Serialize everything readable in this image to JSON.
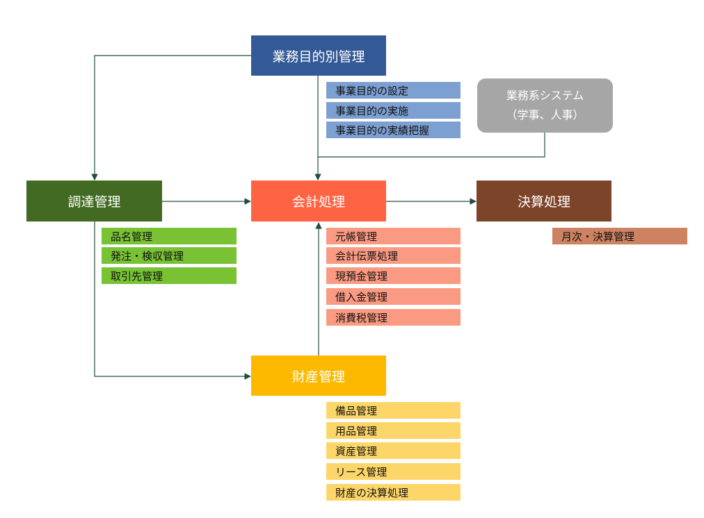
{
  "nodes": {
    "purpose": {
      "label": "業務目的別管理",
      "color": "#335a96",
      "items": [
        "事業目的の設定",
        "事業目的の実施",
        "事業目的の実績把握"
      ],
      "item_color": "#7da0d2"
    },
    "external": {
      "line1": "業務系システム",
      "line2": "（学事、人事）",
      "color": "#a6a6a6"
    },
    "procurement": {
      "label": "調達管理",
      "color": "#426a22",
      "items": [
        "品名管理",
        "発注・検収管理",
        "取引先管理"
      ],
      "item_color": "#78c234"
    },
    "accounting": {
      "label": "会計処理",
      "color": "#fe6444",
      "items": [
        "元帳管理",
        "会計伝票処理",
        "現預金管理",
        "借入金管理",
        "消費税管理"
      ],
      "item_color": "#fb9a82"
    },
    "closing": {
      "label": "決算処理",
      "color": "#7c4429",
      "items": [
        "月次・決算管理"
      ],
      "item_color": "#cd8262"
    },
    "assets": {
      "label": "財産管理",
      "color": "#fdb800",
      "items": [
        "備品管理",
        "用品管理",
        "資産管理",
        "リース管理",
        "財産の決算処理"
      ],
      "item_color": "#fdd66a"
    }
  },
  "line_color": "#1f4d3f"
}
